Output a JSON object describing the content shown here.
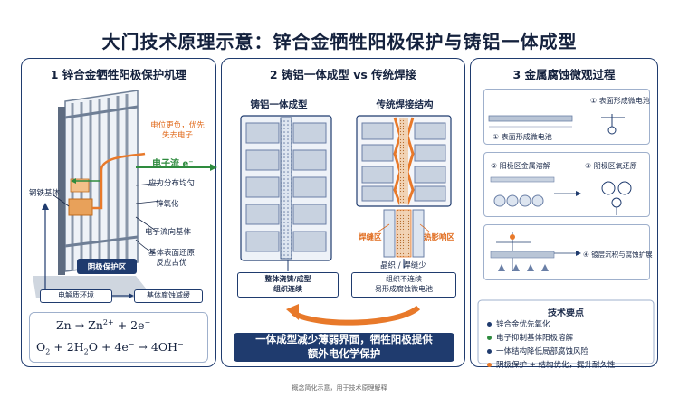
{
  "title": "大门技术原理示意：锌合金牺牲阳极保护与铸铝一体成型",
  "panel1": {
    "title": "1 锌合金牺牲阳极保护机理",
    "label_potential": "电位更负，优先\n失去电子",
    "label_electron_flow": "电子流 e⁻",
    "label_steel": "钢铁基体",
    "label_stress": "应力分布均匀",
    "label_zinc_ox": "锌氧化",
    "label_e_to_base": "电子流向基体",
    "label_base_reduce": "基体表面还原\n反应占优",
    "anode_zone": "阴极保护区",
    "electrolyte": "电解质环境",
    "base_corrosion": "基体腐蚀减缓",
    "eq1": {
      "left": "Zn",
      "right_a": "Zn",
      "right_sup": "2+",
      "right_b": " + 2e",
      "right_sup2": "−"
    },
    "eq2": {
      "text_a": "O",
      "sub1": "2",
      "text_b": " + 2H",
      "sub2": "2",
      "text_c": "O + 4e",
      "sup1": "−",
      "text_d": " → 4OH",
      "sup2": "−"
    }
  },
  "panel2": {
    "title": "2 铸铝一体成型 vs 传统焊接",
    "left_title": "铸铝一体成型",
    "right_title": "传统焊接结构",
    "weld_zone": "焊缝区",
    "haz_zone": "热影响区",
    "grain_label": "晶织",
    "grain_label2": "焊缝少",
    "left_box": "整体浇铸/成型\n组织连续",
    "right_box": "组织不连续\n易形成腐蚀微电池",
    "banner": "一体成型减少薄弱界面，牺牲阳极提供\n额外电化学保护"
  },
  "panel3": {
    "title": "3 金属腐蚀微观过程",
    "step1": "① 表面形成微电池",
    "step1b": "① 表面形成微电池",
    "step2": "② 阳极区金属溶解",
    "step3": "③ 阴极区氧还原",
    "step4": "④ 镀层沉积与腐蚀扩展",
    "tech_title": "技术要点",
    "tech_points": [
      "锌合金优先氧化",
      "电子抑制基体阳极溶解",
      "一体结构降低局部腐蚀风险",
      "阴极保护 + 结构优化，提升耐久性"
    ]
  },
  "footer": "概念简化示意，用于技术原理解释",
  "colors": {
    "navy": "#1f3b6e",
    "orange": "#e8792a",
    "green": "#2e8b3e",
    "steel": "#9aa7b8",
    "panel_border": "#1f3b6e"
  }
}
